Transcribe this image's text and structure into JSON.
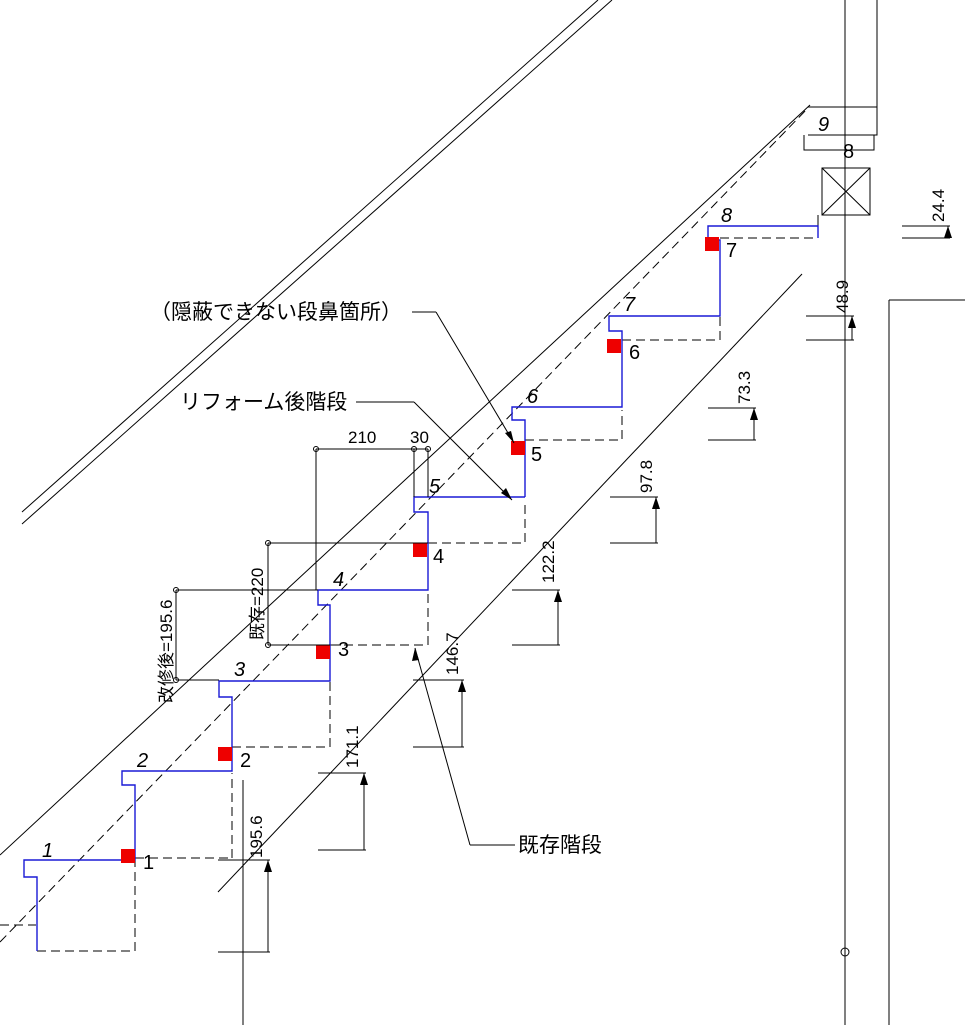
{
  "labels": {
    "hidden_nosing": "（隠蔽できない段鼻箇所）",
    "reformed_stairs": "リフォーム後階段",
    "existing_stairs": "既存階段"
  },
  "dimensions": {
    "width_210": "210",
    "width_30": "30",
    "existing_220": "既存=220",
    "after_195_6": "改修後=195.6"
  },
  "heights": {
    "h1": "195.6",
    "h2": "171.1",
    "h3": "146.7",
    "h4": "122.2",
    "h5": "97.8",
    "h6": "73.3",
    "h7": "48.9",
    "h8": "24.4"
  },
  "new_step_numbers": [
    "1",
    "2",
    "3",
    "4",
    "5",
    "6",
    "7",
    "8",
    "9"
  ],
  "existing_step_numbers": [
    "1",
    "2",
    "3",
    "4",
    "5",
    "6",
    "7",
    "8"
  ],
  "colors": {
    "line": "#000000",
    "reformed_outline": "#1a1ad6",
    "nosing_marker": "#ee0000"
  }
}
